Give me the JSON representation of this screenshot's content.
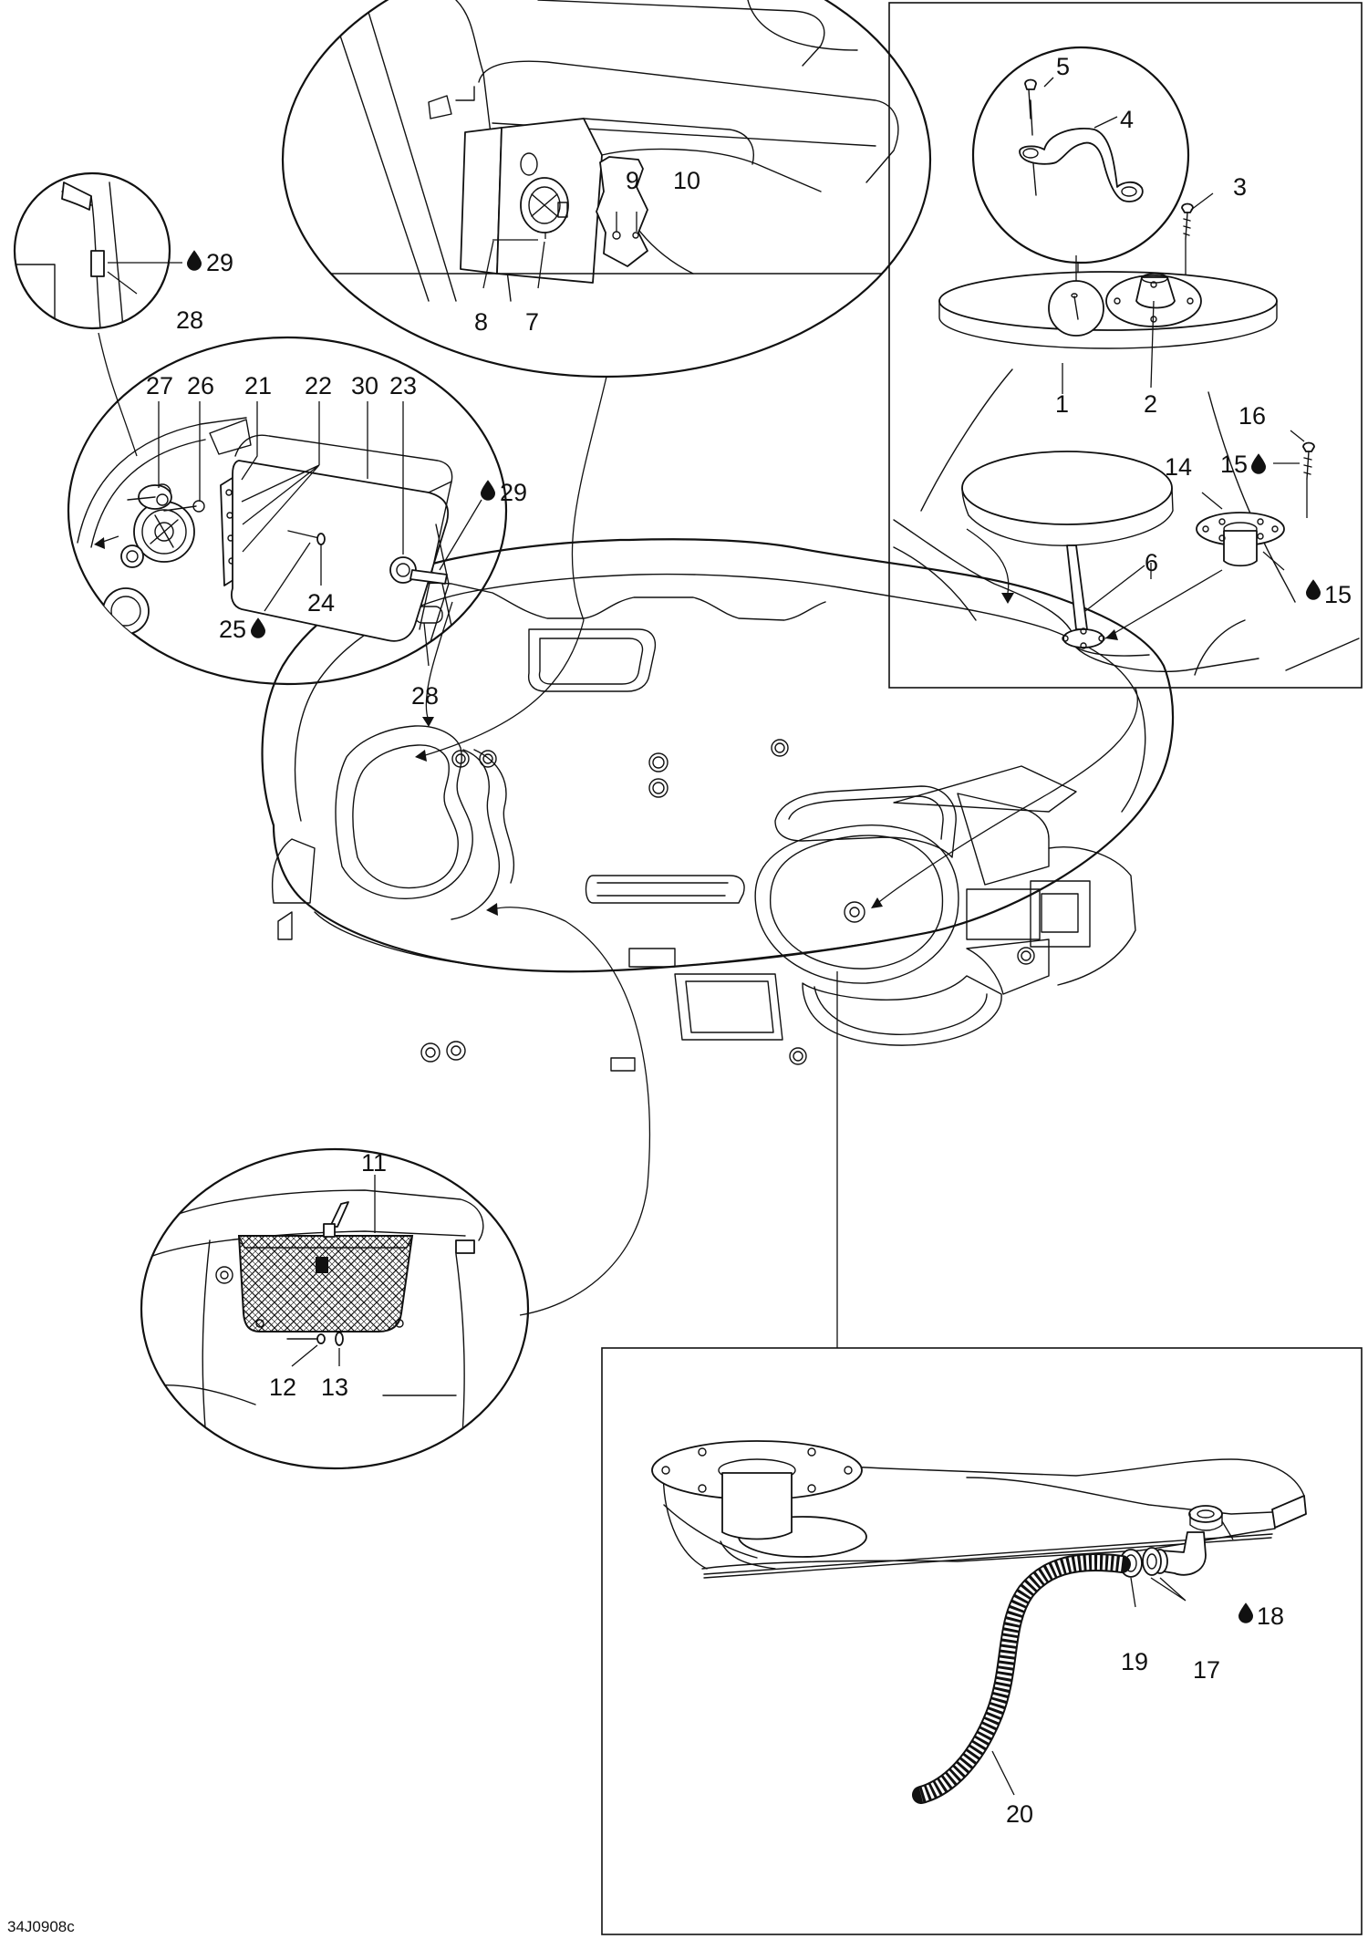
{
  "drawing_code": "34J0908c",
  "callouts": {
    "c1": "1",
    "c2": "2",
    "c3": "3",
    "c4": "4",
    "c5": "5",
    "c6": "6",
    "c7": "7",
    "c8": "8",
    "c9": "9",
    "c10": "10",
    "c11": "11",
    "c12": "12",
    "c13": "13",
    "c14": "14",
    "c15a": "15",
    "c15b": "15",
    "c16": "16",
    "c17": "17",
    "c18": "18",
    "c19": "19",
    "c20": "20",
    "c21": "21",
    "c22": "22",
    "c23": "23",
    "c24": "24",
    "c25": "25",
    "c26": "26",
    "c27": "27",
    "c28a": "28",
    "c28b": "28",
    "c29a": "29",
    "c29b": "29",
    "c30": "30"
  },
  "icons": {
    "adhesive_marker": "drop-icon"
  }
}
